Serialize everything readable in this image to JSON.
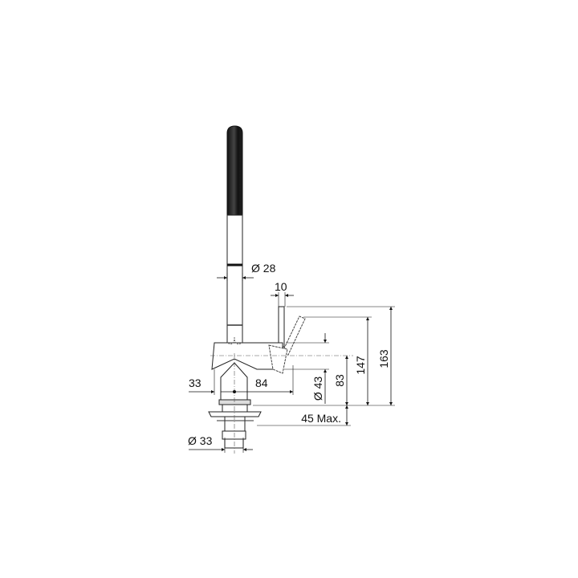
{
  "dimensions": {
    "spout_diameter": "Ø 28",
    "lever_width": "10",
    "total_height": "163",
    "spout_height": "147",
    "body_height": "83",
    "body_diameter": "Ø 43",
    "max_thickness": "45 Max.",
    "left_offset": "33",
    "lever_offset": "84",
    "shank_diameter": "Ø 33"
  }
}
